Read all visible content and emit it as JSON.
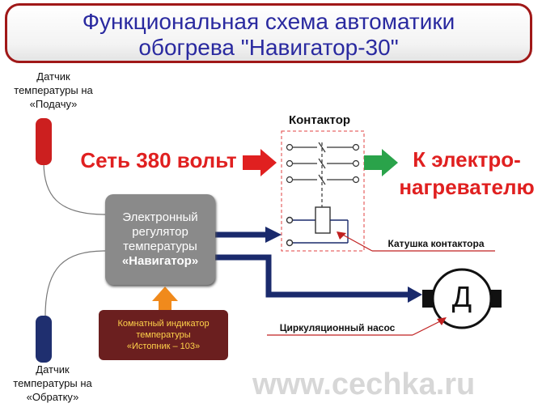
{
  "title": {
    "line1": "Функциональная схема автоматики",
    "line2": "обогрева \"Навигатор-30\""
  },
  "sensors": {
    "supply_label": "Датчик\nтемпературы на\n«Подачу»",
    "return_label": "Датчик\nтемпературы на\n«Обратку»"
  },
  "contactor": {
    "label": "Контактор"
  },
  "network": {
    "label": "Сеть 380 вольт"
  },
  "heater": {
    "label": "К электро-\nнагревателю"
  },
  "regulator": {
    "line1": "Электронный\nрегулятор\nтемпературы",
    "line2": "«Навигатор»"
  },
  "indicator": {
    "label": "Комнатный индикатор\nтемпературы\n«Истопник – 103»"
  },
  "coil": {
    "label": "Катушка контактора"
  },
  "pump": {
    "label": "Циркуляционный насос",
    "letter": "Д"
  },
  "watermark": "www.cechka.ru",
  "colors": {
    "title_border": "#a01818",
    "title_text": "#2a2aa0",
    "accent_red": "#e02020",
    "arrow_green": "#2aa34a",
    "signal_blue": "#1a2a6c",
    "indicator_bg": "#6b1f1f",
    "indicator_text": "#ffd24a",
    "regulator_bg": "#8a8a8a",
    "sensor_red": "#cc1f1f",
    "sensor_blue": "#1f2f6f"
  }
}
